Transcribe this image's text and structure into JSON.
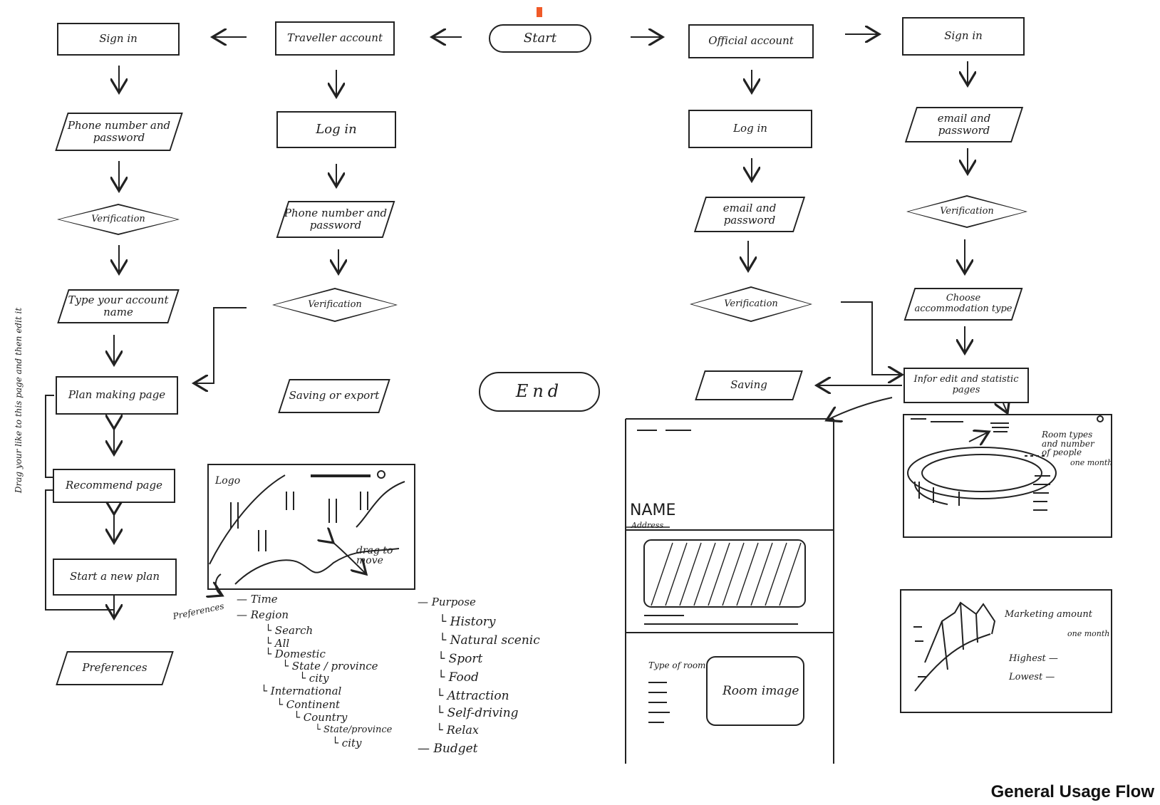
{
  "footer_title": "General Usage Flow",
  "accent_color": "#f05a28",
  "start": "Start",
  "end": "End",
  "traveller": {
    "account": "Traveller account",
    "sign_in": "Sign in",
    "sign_in_phone": "Phone number and password",
    "sign_in_verification": "Verification",
    "type_account_name": "Type your account name",
    "log_in": "Log in",
    "log_in_phone": "Phone number and password",
    "log_in_verification": "Verification",
    "plan_making": "Plan making page",
    "recommend": "Recommend page",
    "start_new_plan": "Start a new plan",
    "preferences": "Preferences",
    "saving_export": "Saving or export",
    "side_note": "Drag your like to this page and then edit it"
  },
  "official": {
    "account": "Official account",
    "sign_in": "Sign in",
    "sign_in_email": "email and password",
    "sign_in_verification": "Verification",
    "choose_type": "Choose accommodation type",
    "log_in": "Log in",
    "log_in_email": "email and password",
    "log_in_verification": "Verification",
    "info_edit": "Infor edit and statistic pages",
    "saving": "Saving"
  },
  "map_sketch": {
    "logo": "Logo",
    "drag_note": "drag to move",
    "preferences_label": "Preferences"
  },
  "preference_tree": {
    "left": [
      "— Time",
      "— Region",
      "└ Search",
      "└ All",
      "└ Domestic",
      "└ State / province",
      "└ city",
      "└ International",
      "└ Continent",
      "└ Country",
      "└ State/province",
      "└ city"
    ],
    "right": [
      "— Purpose",
      "└ History",
      "└ Natural scenic",
      "└ Sport",
      "└ Food",
      "└ Attraction",
      "└ Self-driving",
      "└ Relax",
      "— Budget"
    ]
  },
  "hotel_sketch": {
    "name": "NAME",
    "address": "Address",
    "type_of_room": "Type of room",
    "room_image": "Room image"
  },
  "stats_sketch": {
    "room_types": "Room types and number of people",
    "one_month_1": "one month",
    "marketing": "Marketing amount",
    "one_month_2": "one month",
    "highest": "Highest —",
    "lowest": "Lowest —"
  }
}
